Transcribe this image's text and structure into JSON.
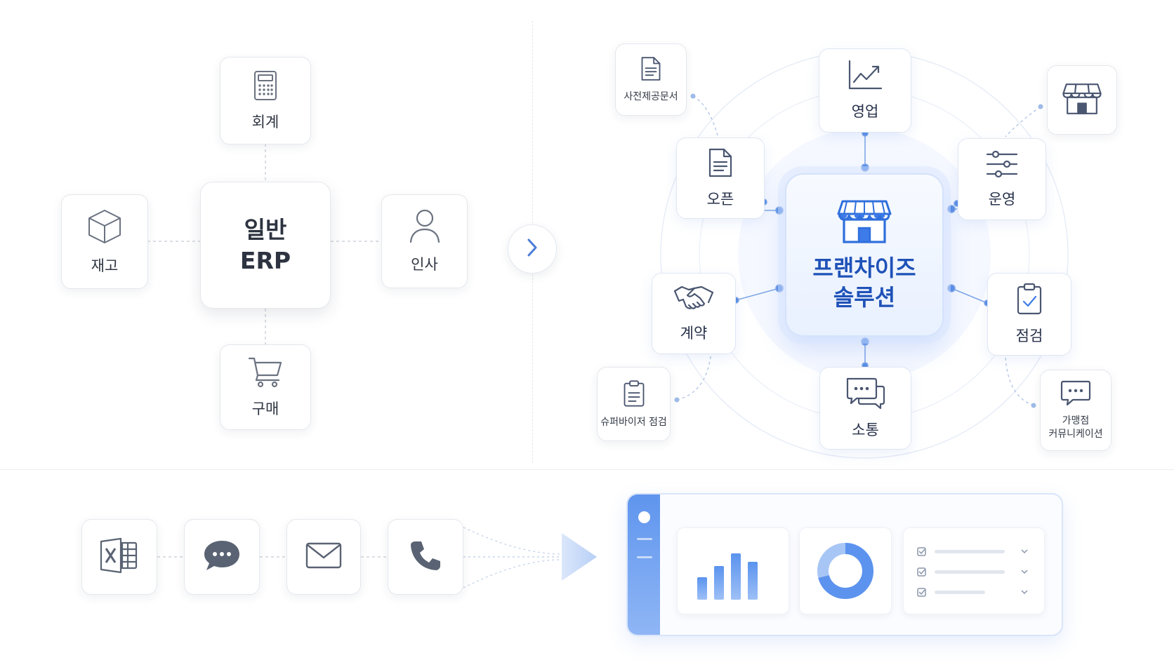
{
  "left_erp": {
    "center_line1": "일반",
    "center_line2": "ERP",
    "top_label": "회계",
    "left_label": "재고",
    "right_label": "인사",
    "bottom_label": "구매"
  },
  "franchise": {
    "center_line1": "프랜차이즈",
    "center_line2": "솔루션",
    "nodes": {
      "sales": "영업",
      "open": "오픈",
      "operation": "운영",
      "contract": "계약",
      "inspection": "점검",
      "communication": "소통"
    },
    "satellites": {
      "predisclosure": "사전제공문서",
      "supervisor": "슈퍼바이저 점검",
      "franchisee_line1": "가맹점",
      "franchisee_line2": "커뮤니케이션"
    }
  },
  "icons": {
    "calculator": "calculator-icon",
    "box": "box-icon",
    "person": "person-icon",
    "cart": "cart-icon",
    "chart": "line-chart-icon",
    "document": "document-icon",
    "sliders": "sliders-icon",
    "handshake": "handshake-icon",
    "clipboard": "clipboard-check-icon",
    "chat": "chat-bubbles-icon",
    "store": "store-icon",
    "excel": "excel-icon",
    "message": "message-bubble-icon",
    "mail": "mail-icon",
    "phone": "phone-icon",
    "chevron": "chevron-right-icon"
  },
  "colors": {
    "accent": "#3d7be8",
    "center_text": "#1f52b8",
    "icon_gray": "#6b7280",
    "icon_blue": "#4a7fd9"
  }
}
